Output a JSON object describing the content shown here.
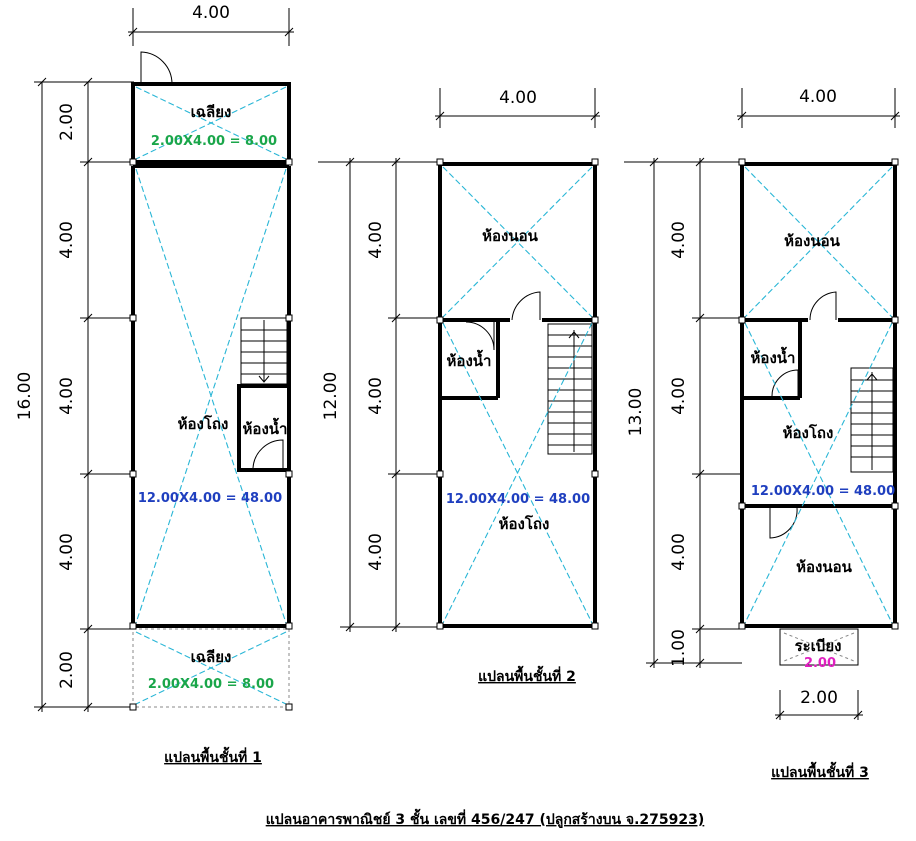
{
  "title": "แปลนอาคารพาณิชย์ 3 ชั้น เลขที่ 456/247 (ปลูกสร้างบน จ.275923)",
  "plans": {
    "floor1": {
      "caption": "แปลนพื้นชั้นที่ 1",
      "width_label": "4.00",
      "total_label": "16.00",
      "segments": [
        "2.00",
        "4.00",
        "4.00",
        "4.00",
        "2.00"
      ],
      "rooms": {
        "porch_top": "เฉลียง",
        "living": "ห้องโถง",
        "bathroom": "ห้องน้ำ",
        "porch_bottom": "เฉลียง"
      },
      "areas": {
        "porch_top": "2.00X4.00 = 8.00",
        "main": "12.00X4.00 = 48.00",
        "porch_bottom": "2.00X4.00 = 8.00"
      }
    },
    "floor2": {
      "caption": "แปลนพื้นชั้นที่ 2",
      "width_label": "4.00",
      "total_label": "12.00",
      "segments": [
        "4.00",
        "4.00",
        "4.00"
      ],
      "rooms": {
        "bedroom": "ห้องนอน",
        "bathroom": "ห้องน้ำ",
        "living": "ห้องโถง"
      },
      "areas": {
        "main": "12.00X4.00 = 48.00"
      }
    },
    "floor3": {
      "caption": "แปลนพื้นชั้นที่ 3",
      "width_label": "4.00",
      "total_label": "13.00",
      "segments": [
        "4.00",
        "4.00",
        "4.00",
        "1.00"
      ],
      "balcony_width": "2.00",
      "rooms": {
        "bedroom_top": "ห้องนอน",
        "bathroom": "ห้องน้ำ",
        "living": "ห้องโถง",
        "bedroom_bottom": "ห้องนอน",
        "balcony": "ระเบียง"
      },
      "areas": {
        "main": "12.00X4.00 = 48.00",
        "balcony": "2.00"
      }
    }
  },
  "colors": {
    "diagonal": "#29b6d6",
    "area_green": "#1aa64a",
    "area_blue": "#1f3fbf",
    "area_magenta": "#e020c0"
  }
}
